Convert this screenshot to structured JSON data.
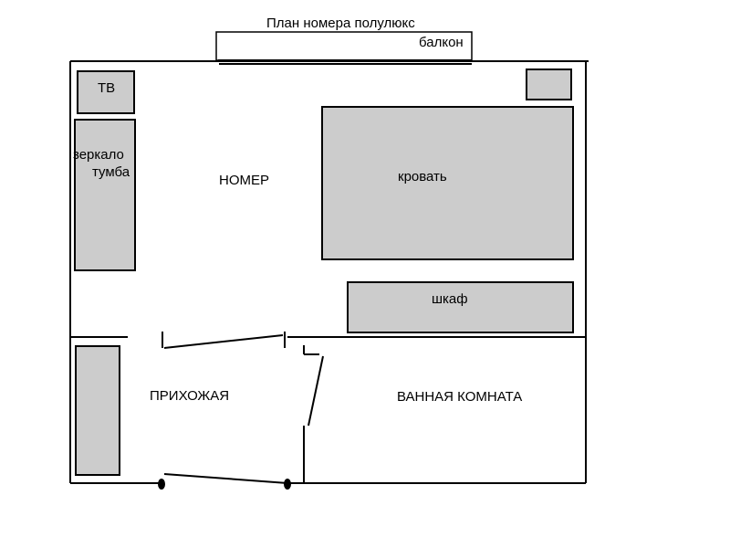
{
  "plan": {
    "title": "План номера полулюкс",
    "balcony_label": "балкон",
    "rooms": {
      "main": "НОМЕР",
      "hallway": "ПРИХОЖАЯ",
      "bathroom": "ВАННАЯ КОМНАТА"
    },
    "furniture": {
      "tv": "ТВ",
      "mirror": "зеркало",
      "nightstand": "тумба",
      "bed": "кровать",
      "wardrobe": "шкаф"
    },
    "colors": {
      "furniture_fill": "#cccccc",
      "wall": "#000000",
      "background": "#ffffff"
    }
  }
}
